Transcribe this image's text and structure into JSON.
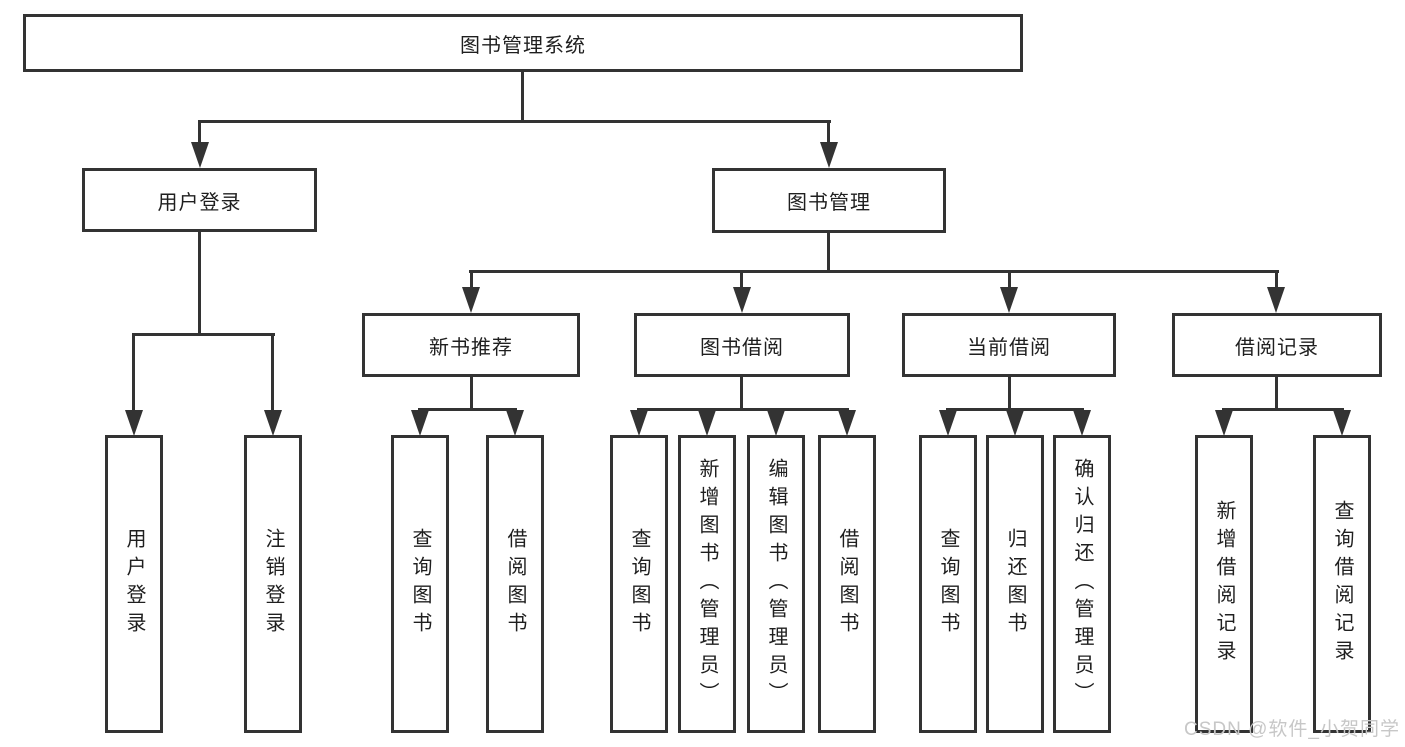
{
  "diagram": {
    "title": "图书管理系统",
    "level2": [
      {
        "label": "用户登录"
      },
      {
        "label": "图书管理"
      }
    ],
    "level3": [
      {
        "label": "新书推荐"
      },
      {
        "label": "图书借阅"
      },
      {
        "label": "当前借阅"
      },
      {
        "label": "借阅记录"
      }
    ],
    "leaves": {
      "user_login": [
        "用户登录",
        "注销登录"
      ],
      "new_books": [
        "查询图书",
        "借阅图书"
      ],
      "book_borrow": [
        "查询图书",
        "新增图书（管理员）",
        "编辑图书（管理员）",
        "借阅图书"
      ],
      "current_borrow": [
        "查询图书",
        "归还图书",
        "确认归还（管理员）"
      ],
      "borrow_records": [
        "新增借阅记录",
        "查询借阅记录"
      ]
    }
  },
  "watermark": {
    "text": "CSDN @软件_小贺同学"
  },
  "colors": {
    "line": "#333333",
    "text": "#1f1f1f",
    "background": "#ffffff",
    "watermark": "#c7c7c7"
  }
}
